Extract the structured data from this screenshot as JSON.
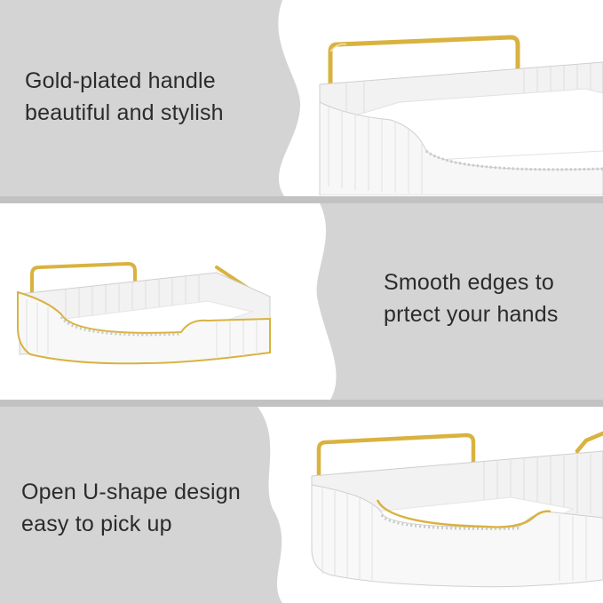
{
  "panels": [
    {
      "line1": "Gold-plated handle",
      "line2": "beautiful and stylish"
    },
    {
      "line1": "Smooth edges to",
      "line2": "prtect your hands"
    },
    {
      "line1": "Open U-shape design",
      "line2": "easy to pick up"
    }
  ],
  "colors": {
    "gray_band": "#d4d4d4",
    "divider": "#c2c2c2",
    "white_card": "#ffffff",
    "gold": "#d9b23f",
    "text": "#2b2b2b"
  }
}
